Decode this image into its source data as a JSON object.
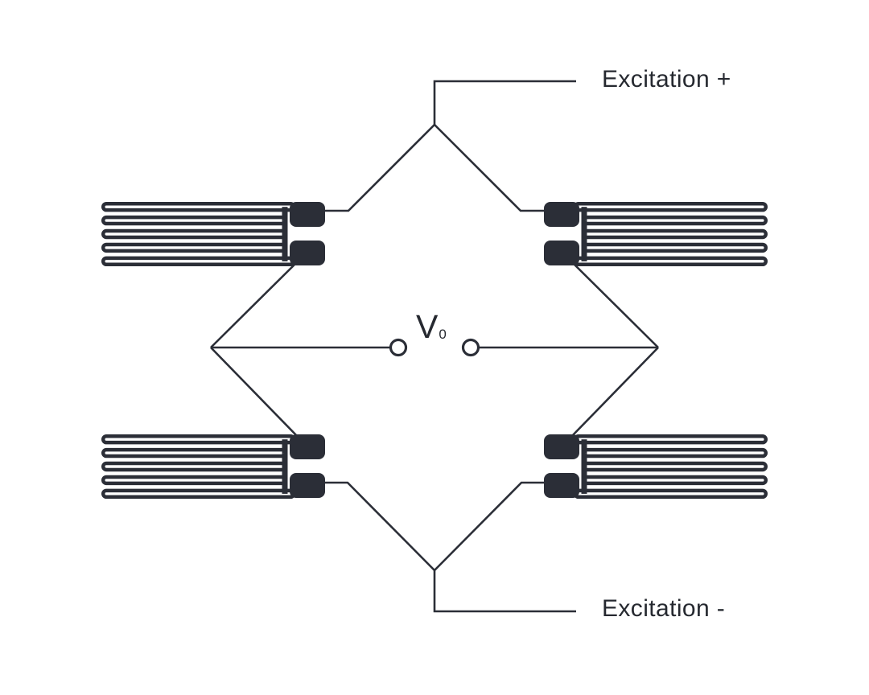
{
  "diagram": {
    "name": "Wheatstone bridge with four strain gauges",
    "labels": {
      "excitation_positive": "Excitation +",
      "excitation_negative": "Excitation -",
      "output_v": "V",
      "output_v_subscript": "0"
    },
    "gauges": [
      {
        "id": "strain-gauge-top-left",
        "pads_side": "right"
      },
      {
        "id": "strain-gauge-top-right",
        "pads_side": "left"
      },
      {
        "id": "strain-gauge-bottom-left",
        "pads_side": "right"
      },
      {
        "id": "strain-gauge-bottom-right",
        "pads_side": "left"
      }
    ],
    "terminals": [
      {
        "id": "output-terminal-left"
      },
      {
        "id": "output-terminal-right"
      }
    ],
    "colors": {
      "ink": "#2b2e37",
      "text": "#262930",
      "background": "#ffffff"
    }
  }
}
